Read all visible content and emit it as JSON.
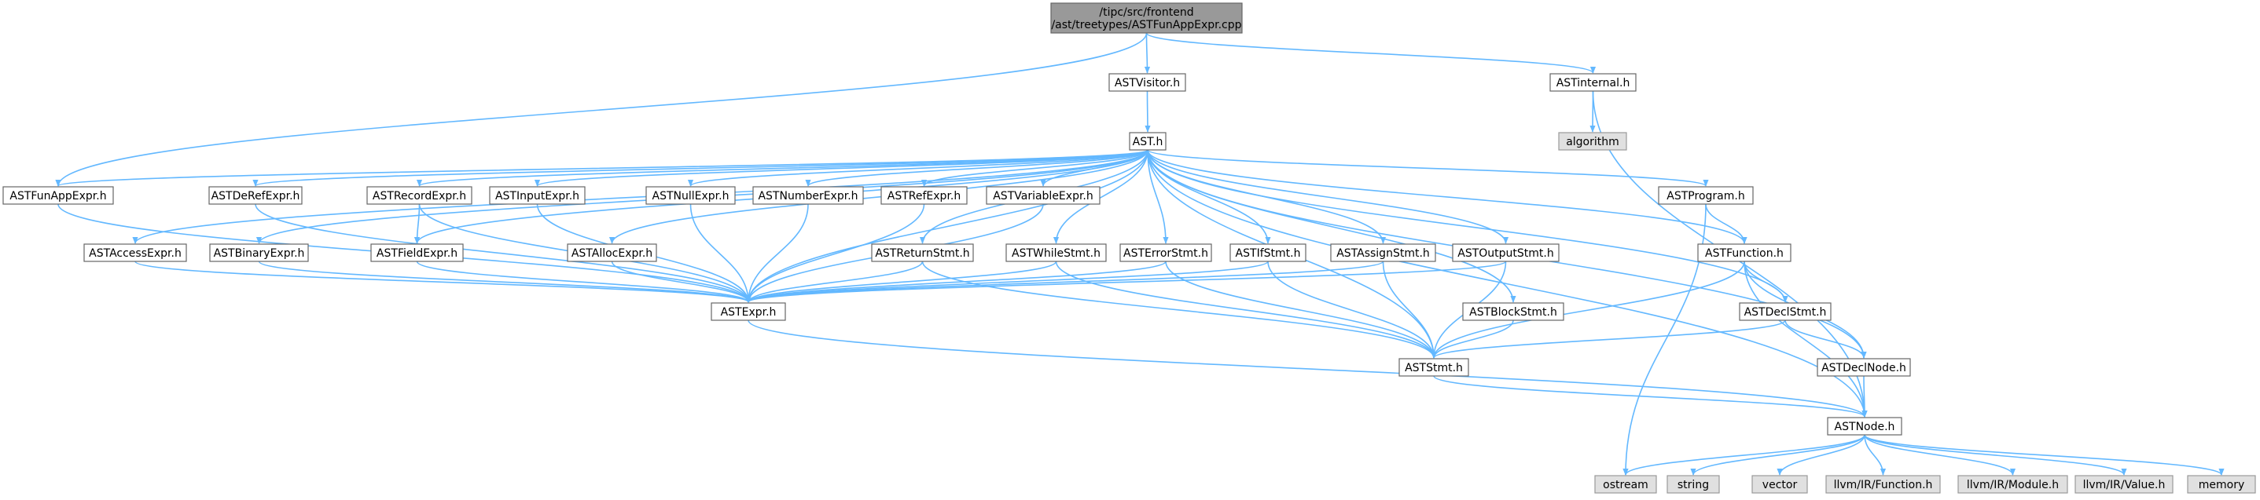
{
  "graph": {
    "nodes": [
      {
        "id": "root",
        "lines": [
          "/tipc/src/frontend",
          "/ast/treetypes/ASTFunAppExpr.cpp"
        ],
        "kind": "root"
      },
      {
        "id": "ASTVisitor",
        "lines": [
          "ASTVisitor.h"
        ],
        "kind": "file"
      },
      {
        "id": "ASTinternal",
        "lines": [
          "ASTinternal.h"
        ],
        "kind": "file"
      },
      {
        "id": "AST",
        "lines": [
          "AST.h"
        ],
        "kind": "file"
      },
      {
        "id": "algorithm",
        "lines": [
          "algorithm"
        ],
        "kind": "system"
      },
      {
        "id": "ASTFunAppExpr",
        "lines": [
          "ASTFunAppExpr.h"
        ],
        "kind": "file"
      },
      {
        "id": "ASTDeRefExpr",
        "lines": [
          "ASTDeRefExpr.h"
        ],
        "kind": "file"
      },
      {
        "id": "ASTRecordExpr",
        "lines": [
          "ASTRecordExpr.h"
        ],
        "kind": "file"
      },
      {
        "id": "ASTInputExpr",
        "lines": [
          "ASTInputExpr.h"
        ],
        "kind": "file"
      },
      {
        "id": "ASTNullExpr",
        "lines": [
          "ASTNullExpr.h"
        ],
        "kind": "file"
      },
      {
        "id": "ASTNumberExpr",
        "lines": [
          "ASTNumberExpr.h"
        ],
        "kind": "file"
      },
      {
        "id": "ASTRefExpr",
        "lines": [
          "ASTRefExpr.h"
        ],
        "kind": "file"
      },
      {
        "id": "ASTVariableExpr",
        "lines": [
          "ASTVariableExpr.h"
        ],
        "kind": "file"
      },
      {
        "id": "ASTProgram",
        "lines": [
          "ASTProgram.h"
        ],
        "kind": "file"
      },
      {
        "id": "ASTAccessExpr",
        "lines": [
          "ASTAccessExpr.h"
        ],
        "kind": "file"
      },
      {
        "id": "ASTBinaryExpr",
        "lines": [
          "ASTBinaryExpr.h"
        ],
        "kind": "file"
      },
      {
        "id": "ASTFieldExpr",
        "lines": [
          "ASTFieldExpr.h"
        ],
        "kind": "file"
      },
      {
        "id": "ASTAllocExpr",
        "lines": [
          "ASTAllocExpr.h"
        ],
        "kind": "file"
      },
      {
        "id": "ASTReturnStmt",
        "lines": [
          "ASTReturnStmt.h"
        ],
        "kind": "file"
      },
      {
        "id": "ASTWhileStmt",
        "lines": [
          "ASTWhileStmt.h"
        ],
        "kind": "file"
      },
      {
        "id": "ASTErrorStmt",
        "lines": [
          "ASTErrorStmt.h"
        ],
        "kind": "file"
      },
      {
        "id": "ASTIfStmt",
        "lines": [
          "ASTIfStmt.h"
        ],
        "kind": "file"
      },
      {
        "id": "ASTAssignStmt",
        "lines": [
          "ASTAssignStmt.h"
        ],
        "kind": "file"
      },
      {
        "id": "ASTOutputStmt",
        "lines": [
          "ASTOutputStmt.h"
        ],
        "kind": "file"
      },
      {
        "id": "ASTFunction",
        "lines": [
          "ASTFunction.h"
        ],
        "kind": "file"
      },
      {
        "id": "ASTExpr",
        "lines": [
          "ASTExpr.h"
        ],
        "kind": "file"
      },
      {
        "id": "ASTBlockStmt",
        "lines": [
          "ASTBlockStmt.h"
        ],
        "kind": "file"
      },
      {
        "id": "ASTDeclStmt",
        "lines": [
          "ASTDeclStmt.h"
        ],
        "kind": "file"
      },
      {
        "id": "ASTStmt",
        "lines": [
          "ASTStmt.h"
        ],
        "kind": "file"
      },
      {
        "id": "ASTDeclNode",
        "lines": [
          "ASTDeclNode.h"
        ],
        "kind": "file"
      },
      {
        "id": "ASTNode",
        "lines": [
          "ASTNode.h"
        ],
        "kind": "file"
      },
      {
        "id": "ostream",
        "lines": [
          "ostream"
        ],
        "kind": "system"
      },
      {
        "id": "string",
        "lines": [
          "string"
        ],
        "kind": "system"
      },
      {
        "id": "vector",
        "lines": [
          "vector"
        ],
        "kind": "system"
      },
      {
        "id": "llvmFunction",
        "lines": [
          "llvm/IR/Function.h"
        ],
        "kind": "system"
      },
      {
        "id": "llvmModule",
        "lines": [
          "llvm/IR/Module.h"
        ],
        "kind": "system"
      },
      {
        "id": "llvmValue",
        "lines": [
          "llvm/IR/Value.h"
        ],
        "kind": "system"
      },
      {
        "id": "memory",
        "lines": [
          "memory"
        ],
        "kind": "system"
      }
    ],
    "edges": [
      [
        "root",
        "ASTVisitor"
      ],
      [
        "root",
        "ASTinternal"
      ],
      [
        "root",
        "ASTFunAppExpr"
      ],
      [
        "ASTVisitor",
        "AST"
      ],
      [
        "ASTinternal",
        "algorithm"
      ],
      [
        "ASTinternal",
        "ASTNode"
      ],
      [
        "AST",
        "ASTFunAppExpr"
      ],
      [
        "AST",
        "ASTDeRefExpr"
      ],
      [
        "AST",
        "ASTRecordExpr"
      ],
      [
        "AST",
        "ASTInputExpr"
      ],
      [
        "AST",
        "ASTNullExpr"
      ],
      [
        "AST",
        "ASTNumberExpr"
      ],
      [
        "AST",
        "ASTRefExpr"
      ],
      [
        "AST",
        "ASTVariableExpr"
      ],
      [
        "AST",
        "ASTProgram"
      ],
      [
        "AST",
        "ASTAccessExpr"
      ],
      [
        "AST",
        "ASTBinaryExpr"
      ],
      [
        "AST",
        "ASTFieldExpr"
      ],
      [
        "AST",
        "ASTAllocExpr"
      ],
      [
        "AST",
        "ASTReturnStmt"
      ],
      [
        "AST",
        "ASTWhileStmt"
      ],
      [
        "AST",
        "ASTErrorStmt"
      ],
      [
        "AST",
        "ASTIfStmt"
      ],
      [
        "AST",
        "ASTAssignStmt"
      ],
      [
        "AST",
        "ASTOutputStmt"
      ],
      [
        "AST",
        "ASTFunction"
      ],
      [
        "AST",
        "ASTExpr"
      ],
      [
        "AST",
        "ASTBlockStmt"
      ],
      [
        "AST",
        "ASTDeclStmt"
      ],
      [
        "AST",
        "ASTStmt"
      ],
      [
        "AST",
        "ASTDeclNode"
      ],
      [
        "AST",
        "ASTNode"
      ],
      [
        "ASTFunAppExpr",
        "ASTExpr"
      ],
      [
        "ASTDeRefExpr",
        "ASTExpr"
      ],
      [
        "ASTRecordExpr",
        "ASTFieldExpr"
      ],
      [
        "ASTRecordExpr",
        "ASTExpr"
      ],
      [
        "ASTInputExpr",
        "ASTExpr"
      ],
      [
        "ASTNullExpr",
        "ASTExpr"
      ],
      [
        "ASTNumberExpr",
        "ASTExpr"
      ],
      [
        "ASTRefExpr",
        "ASTExpr"
      ],
      [
        "ASTVariableExpr",
        "ASTExpr"
      ],
      [
        "ASTProgram",
        "ASTFunction"
      ],
      [
        "ASTProgram",
        "ostream"
      ],
      [
        "ASTAccessExpr",
        "ASTExpr"
      ],
      [
        "ASTBinaryExpr",
        "ASTExpr"
      ],
      [
        "ASTFieldExpr",
        "ASTExpr"
      ],
      [
        "ASTAllocExpr",
        "ASTExpr"
      ],
      [
        "ASTReturnStmt",
        "ASTExpr"
      ],
      [
        "ASTReturnStmt",
        "ASTStmt"
      ],
      [
        "ASTWhileStmt",
        "ASTExpr"
      ],
      [
        "ASTWhileStmt",
        "ASTStmt"
      ],
      [
        "ASTErrorStmt",
        "ASTExpr"
      ],
      [
        "ASTErrorStmt",
        "ASTStmt"
      ],
      [
        "ASTIfStmt",
        "ASTExpr"
      ],
      [
        "ASTIfStmt",
        "ASTStmt"
      ],
      [
        "ASTAssignStmt",
        "ASTExpr"
      ],
      [
        "ASTAssignStmt",
        "ASTStmt"
      ],
      [
        "ASTOutputStmt",
        "ASTExpr"
      ],
      [
        "ASTOutputStmt",
        "ASTStmt"
      ],
      [
        "ASTFunction",
        "ASTDeclStmt"
      ],
      [
        "ASTFunction",
        "ASTDeclNode"
      ],
      [
        "ASTFunction",
        "ASTStmt"
      ],
      [
        "ASTFunction",
        "ASTNode"
      ],
      [
        "ASTExpr",
        "ASTNode"
      ],
      [
        "ASTBlockStmt",
        "ASTStmt"
      ],
      [
        "ASTDeclStmt",
        "ASTDeclNode"
      ],
      [
        "ASTDeclStmt",
        "ASTStmt"
      ],
      [
        "ASTStmt",
        "ASTNode"
      ],
      [
        "ASTDeclNode",
        "ASTNode"
      ],
      [
        "ASTNode",
        "ostream"
      ],
      [
        "ASTNode",
        "string"
      ],
      [
        "ASTNode",
        "vector"
      ],
      [
        "ASTNode",
        "llvmFunction"
      ],
      [
        "ASTNode",
        "llvmModule"
      ],
      [
        "ASTNode",
        "llvmValue"
      ],
      [
        "ASTNode",
        "memory"
      ]
    ]
  },
  "colors": {
    "edge": "#63b8ff",
    "node_fill": "#ffffff",
    "node_border": "#666666",
    "system_fill": "#e0e0e0",
    "system_border": "#999999",
    "root_fill": "#999999"
  }
}
